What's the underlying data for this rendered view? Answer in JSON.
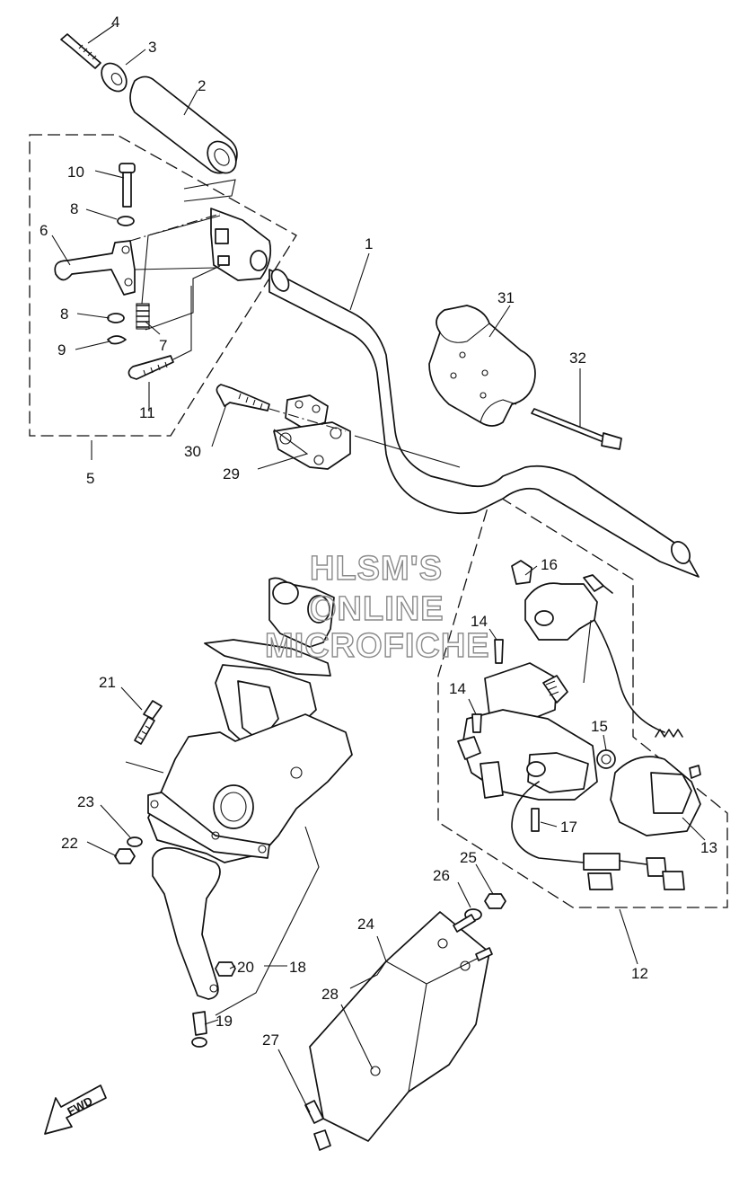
{
  "watermark": {
    "line1": "HLSM'S",
    "line2": "ONLINE",
    "line3": "MICROFICHE"
  },
  "direction_label": "FWD",
  "callouts": {
    "c1": "1",
    "c2": "2",
    "c3": "3",
    "c4": "4",
    "c5": "5",
    "c6": "6",
    "c7": "7",
    "c8a": "8",
    "c8b": "8",
    "c9": "9",
    "c10": "10",
    "c11": "11",
    "c12": "12",
    "c13": "13",
    "c14a": "14",
    "c14b": "14",
    "c15": "15",
    "c16": "16",
    "c17": "17",
    "c18": "18",
    "c19": "19",
    "c20": "20",
    "c21": "21",
    "c22": "22",
    "c23": "23",
    "c24": "24",
    "c25": "25",
    "c26": "26",
    "c27": "27",
    "c28": "28",
    "c29": "29",
    "c30": "30",
    "c31": "31",
    "c32": "32"
  }
}
